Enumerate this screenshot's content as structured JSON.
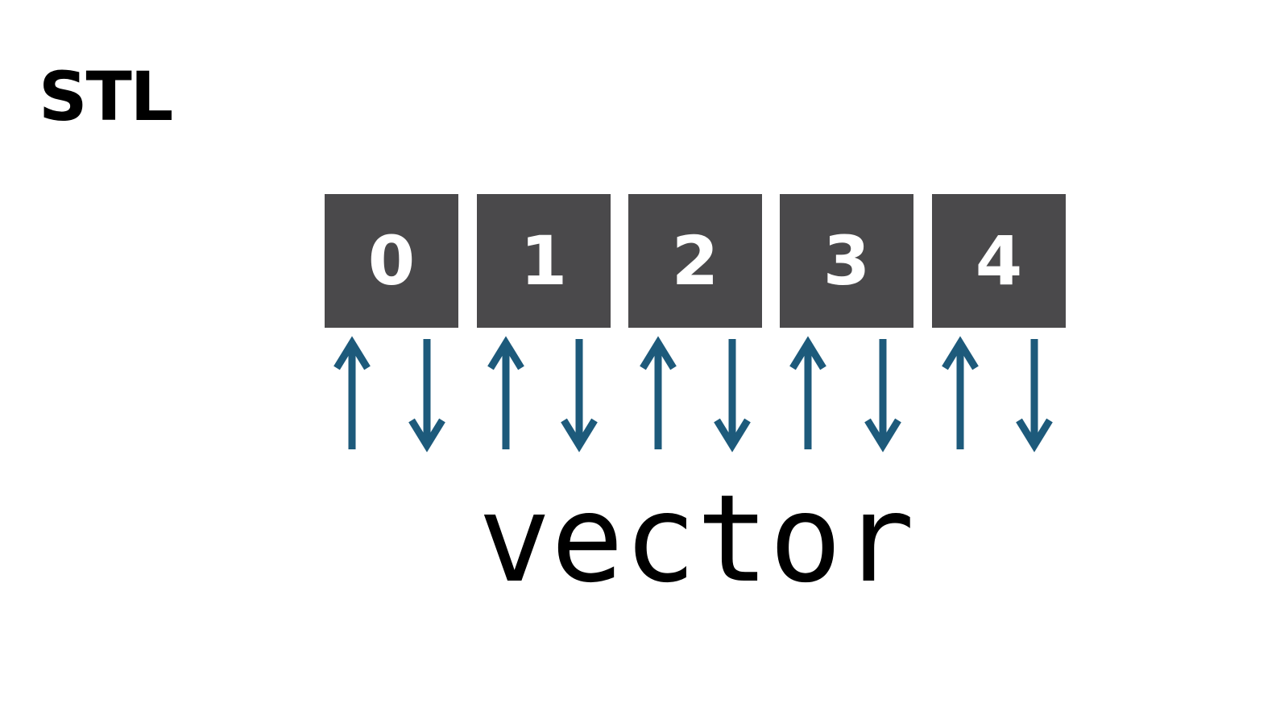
{
  "title": "STL",
  "cells": [
    "0",
    "1",
    "2",
    "3",
    "4"
  ],
  "container_label": "vector",
  "colors": {
    "cell": "#4a494b",
    "arrow": "#1d5a7b"
  }
}
